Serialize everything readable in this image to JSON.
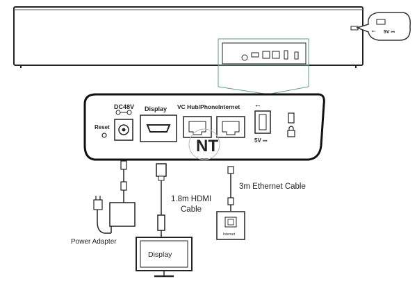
{
  "panel": {
    "dc_label": "DC48V",
    "reset_label": "Reset",
    "display_label": "Display",
    "vchub_label": "VC Hub/Phone",
    "internet_label": "Internet",
    "usb_power_label": "5V ⎓"
  },
  "callout": {
    "usb_label": "5V ⎓"
  },
  "cables": {
    "hdmi_label_line1": "1.8m HDMI",
    "hdmi_label_line2": "Cable",
    "ethernet_label": "3m Ethernet Cable"
  },
  "devices": {
    "power_adapter_label": "Power Adapter",
    "display_label": "Display",
    "wall_port_label": "Internet"
  },
  "watermark": {
    "text": "NT"
  }
}
